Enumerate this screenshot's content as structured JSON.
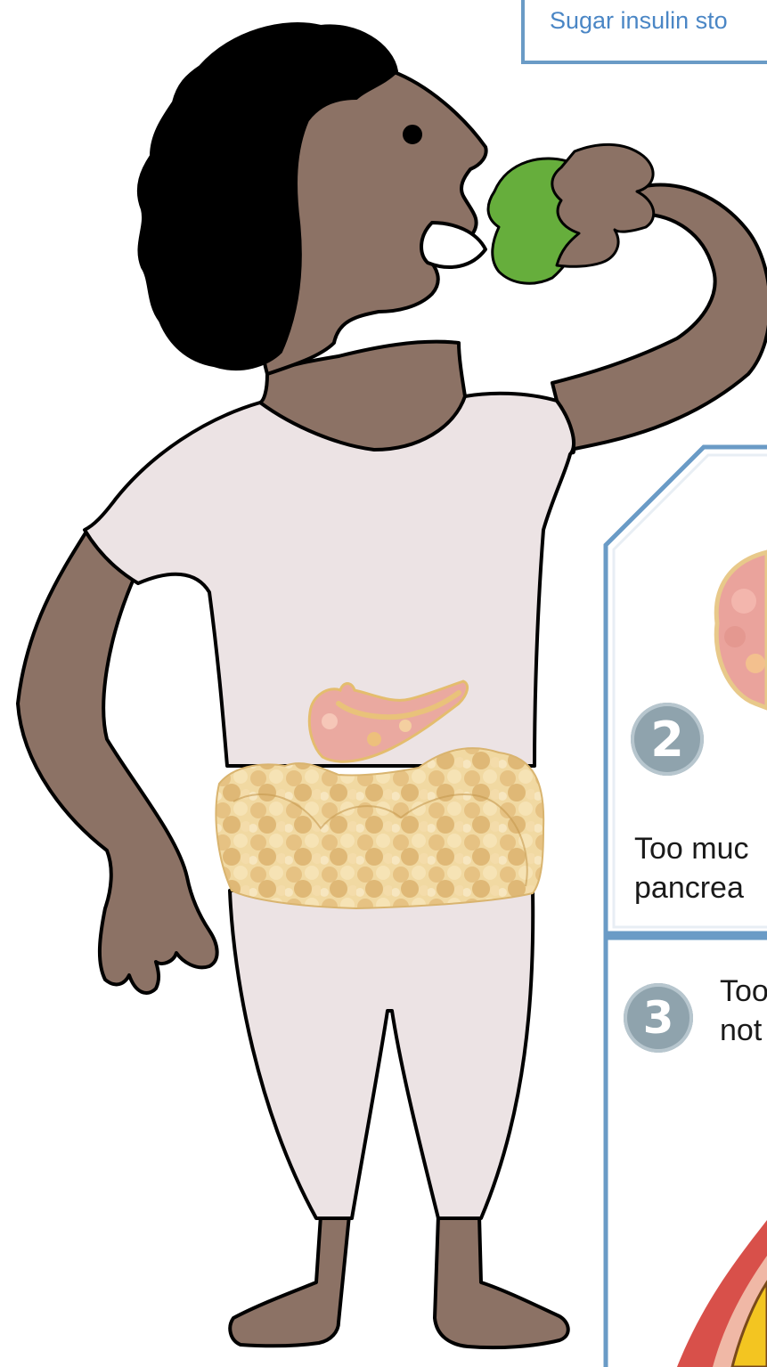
{
  "header": {
    "caption": "Sugar insulin sto"
  },
  "panels": [
    {
      "number": "2",
      "line1": "Too muc",
      "line2": "pancrea"
    },
    {
      "number": "3",
      "line1": "Too",
      "line2": "not"
    }
  ],
  "colors": {
    "skin": "#8c7265",
    "clothing": "#ece3e4",
    "hair": "#000000",
    "apple": "#66ae3c",
    "panel_border": "#6a9bc6",
    "caption_text": "#4a86c5",
    "badge": "#8fa3ad",
    "fat": "#f0d59a",
    "pancreas": "#e9a6a4"
  }
}
